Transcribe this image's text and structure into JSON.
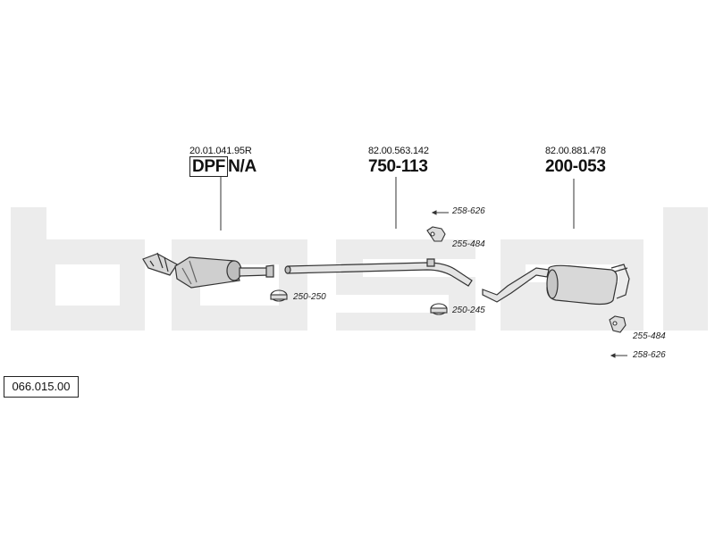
{
  "diagram": {
    "watermark_text": "bosal",
    "diagram_code": "066.015.00",
    "sections": [
      {
        "ref_number": "20.01.041.95R",
        "tag": "DPF",
        "part_number": "N/A"
      },
      {
        "ref_number": "82.00.563.142",
        "part_number": "750-113"
      },
      {
        "ref_number": "82.00.881.478",
        "part_number": "200-053"
      }
    ],
    "fittings": [
      {
        "code": "258-626"
      },
      {
        "code": "255-484"
      },
      {
        "code": "250-250"
      },
      {
        "code": "250-245"
      },
      {
        "code": "255-484"
      },
      {
        "code": "258-626"
      }
    ],
    "colors": {
      "watermark": "#ececec",
      "line": "#333333",
      "part_fill": "#d8d8d8"
    }
  }
}
